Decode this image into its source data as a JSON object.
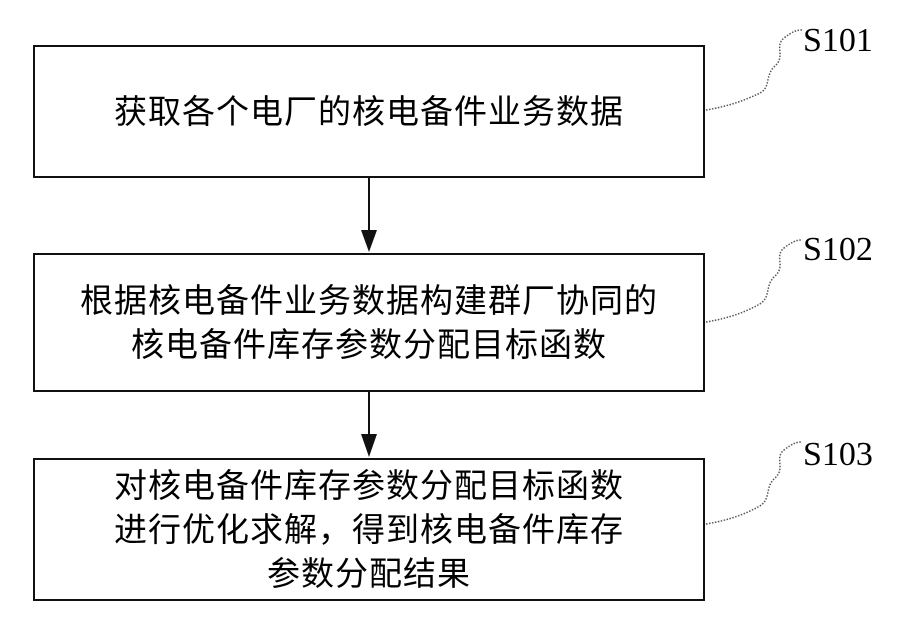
{
  "steps": [
    {
      "label": "S101",
      "lines": [
        "获取各个电厂的核电备件业务数据"
      ]
    },
    {
      "label": "S102",
      "lines": [
        "根据核电备件业务数据构建群厂协同的",
        "核电备件库存参数分配目标函数"
      ]
    },
    {
      "label": "S103",
      "lines": [
        "对核电备件库存参数分配目标函数",
        "进行优化求解，得到核电备件库存",
        "参数分配结果"
      ]
    }
  ]
}
